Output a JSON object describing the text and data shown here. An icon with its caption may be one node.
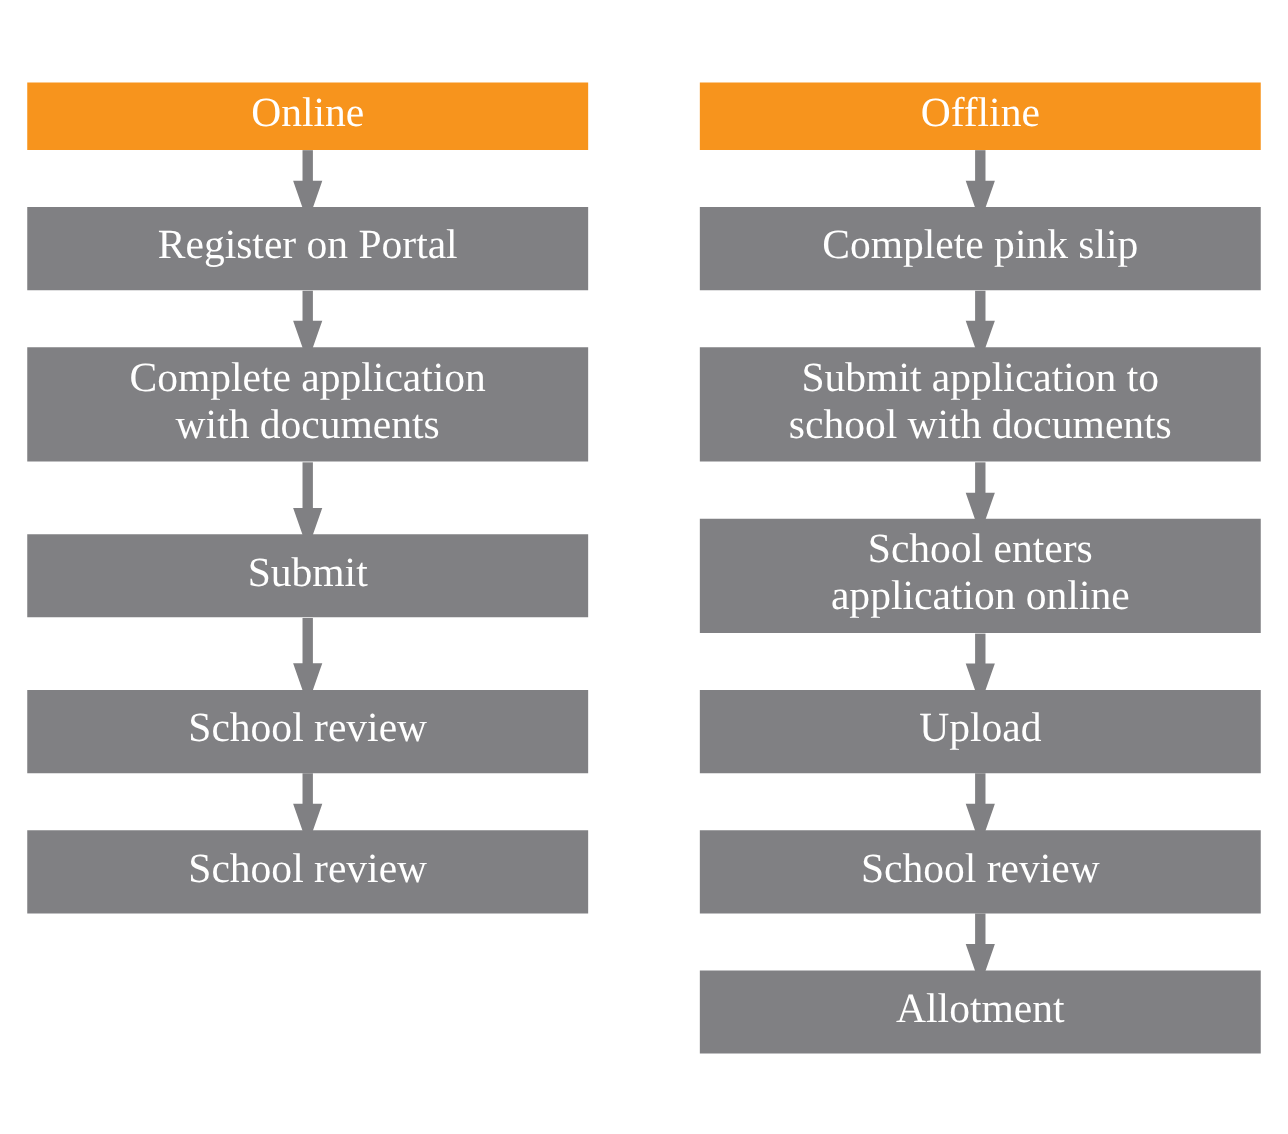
{
  "diagram": {
    "nodes": [
      {
        "text": [
          "Online"
        ]
      },
      {
        "text": [
          "Register on Portal"
        ]
      },
      {
        "text": [
          "Complete application with documents"
        ]
      },
      {
        "text": [
          "Submit"
        ]
      },
      {
        "text": [
          "School review"
        ]
      },
      {
        "text": [
          "School review"
        ]
      },
      {
        "text": [
          "Offline"
        ]
      },
      {
        "text": [
          "Complete pink slip"
        ]
      },
      {
        "text": [
          "Submit application to school with documents"
        ]
      },
      {
        "text": [
          "School enters application online"
        ]
      },
      {
        "text": [
          "Upload"
        ]
      },
      {
        "text": [
          "School review"
        ]
      },
      {
        "text": [
          "Allotment"
        ]
      }
    ],
    "edges": [
      {
        "from": 0,
        "to": 1,
        "arrow": "to"
      },
      {
        "from": 1,
        "to": 2,
        "arrow": "to"
      },
      {
        "from": 2,
        "to": 3,
        "arrow": "to"
      },
      {
        "from": 3,
        "to": 4,
        "arrow": "to"
      },
      {
        "from": 4,
        "to": 5,
        "arrow": "to"
      },
      {
        "from": 6,
        "to": 7,
        "arrow": "to"
      },
      {
        "from": 7,
        "to": 8,
        "arrow": "to"
      },
      {
        "from": 8,
        "to": 9,
        "arrow": "to"
      },
      {
        "from": 9,
        "to": 10,
        "arrow": "to"
      },
      {
        "from": 10,
        "to": 11,
        "arrow": "to"
      },
      {
        "from": 11,
        "to": 12,
        "arrow": "to"
      }
    ]
  }
}
